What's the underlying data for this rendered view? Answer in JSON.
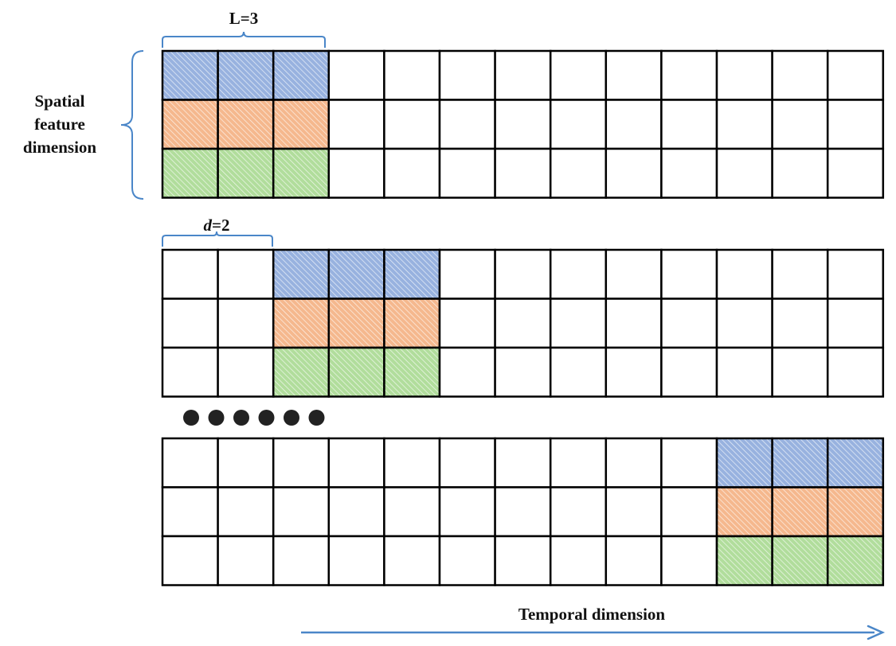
{
  "labels": {
    "window_length": "L=3",
    "dilation_var": "d",
    "dilation_value": "=2",
    "spatial_line1": "Spatial",
    "spatial_line2": "feature",
    "spatial_line3": "dimension",
    "temporal": "Temporal dimension"
  },
  "grid": {
    "columns": 13,
    "rows": 3,
    "window_length": 3
  },
  "rows_data": [
    {
      "name": "row-1",
      "color": "#4472C4"
    },
    {
      "name": "row-2",
      "color": "#ED7D31"
    },
    {
      "name": "row-3",
      "color": "#70C04A"
    }
  ],
  "panels": [
    {
      "name": "panel-window-start",
      "window_start": 0
    },
    {
      "name": "panel-window-shifted",
      "window_start": 2
    },
    {
      "name": "panel-window-end",
      "window_start": 10
    }
  ],
  "ellipsis_dots": 6,
  "colors": {
    "grid_line": "#000000",
    "bracket": "#4A86C8",
    "arrow": "#4A86C8",
    "dot": "#222222",
    "cell_bg": "#ffffff"
  }
}
